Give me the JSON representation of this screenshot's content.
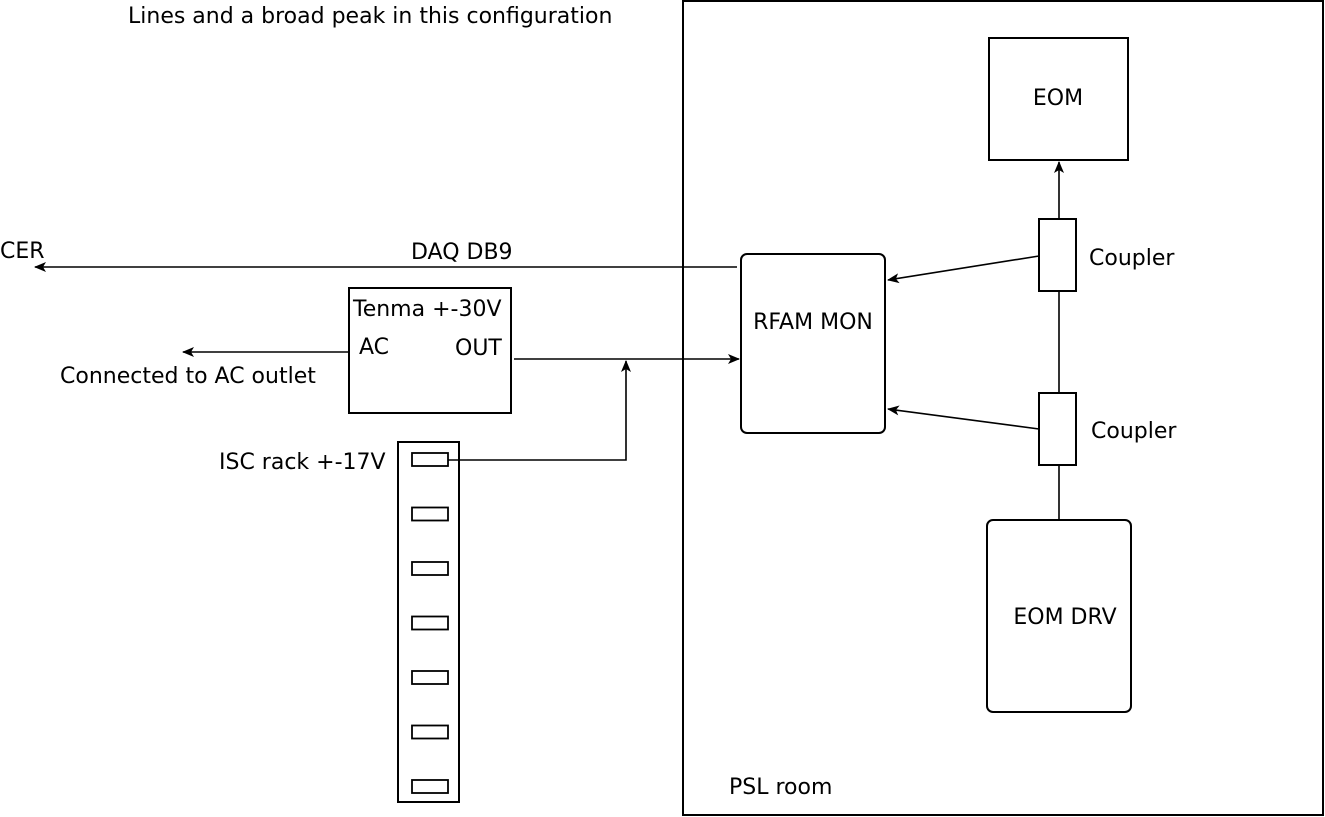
{
  "title": "Lines and a broad peak in this configuration",
  "labels": {
    "psl_room": "PSL room",
    "eom": "EOM",
    "coupler_top": "Coupler",
    "coupler_bottom": "Coupler",
    "rfam_mon": "RFAM MON",
    "eom_drv": "EOM DRV",
    "tenma": "Tenma +-30V",
    "tenma_ac": "AC",
    "tenma_out": "OUT",
    "ac_outlet": "Connected to AC outlet",
    "isc_rack": "ISC rack +-17V",
    "cer": "CER",
    "daq": "DAQ DB9"
  },
  "isc_rack_slot_count": 7
}
